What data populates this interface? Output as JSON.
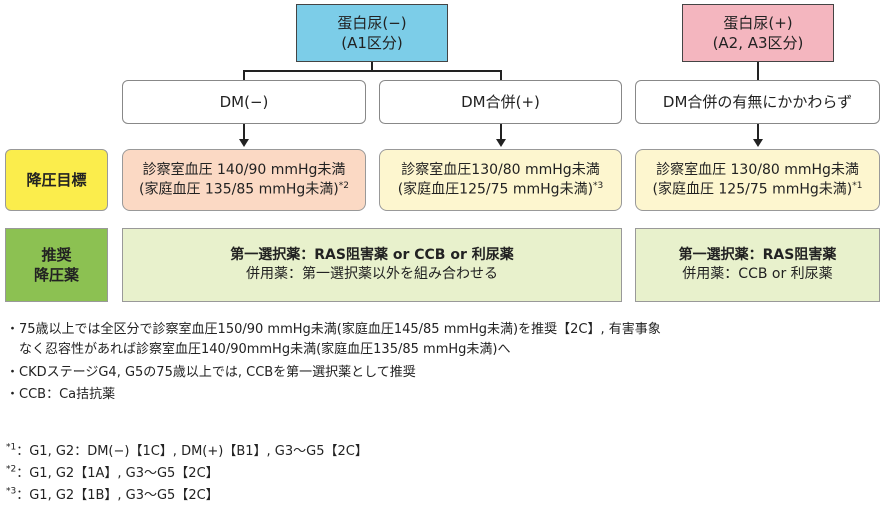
{
  "top": {
    "left": [
      "蛋白尿(−)",
      "(A1区分)"
    ],
    "right": [
      "蛋白尿(+)",
      "(A2, A3区分)"
    ]
  },
  "row2": [
    "DM(−)",
    "DM合併(+)",
    "DM合併の有無にかかわらず"
  ],
  "labels": {
    "target": "降圧目標",
    "drug": [
      "推奨",
      "降圧薬"
    ]
  },
  "targets": [
    {
      "line1": "診察室血圧 140/90 mmHg未満",
      "line2": "(家庭血圧 135/85 mmHg未満)",
      "note": "*2"
    },
    {
      "line1": "診察室血圧130/80 mmHg未満",
      "line2": "(家庭血圧125/75 mmHg未満)",
      "note": "*3"
    },
    {
      "line1": "診察室血圧 130/80 mmHg未満",
      "line2": "(家庭血圧 125/75 mmHg未満)",
      "note": "*1"
    }
  ],
  "drugs": [
    {
      "line1": "第一選択薬：RAS阻害薬 or CCB or 利尿薬",
      "line2": "併用薬：第一選択薬以外を組み合わせる"
    },
    {
      "line1": "第一選択薬：RAS阻害薬",
      "line2": "併用薬：CCB or 利尿薬"
    }
  ],
  "bullets": [
    "・75歳以上では全区分で診察室血圧150/90 mmHg未満(家庭血圧145/85 mmHg未満)を推奨【2C】, 有害事象",
    "　なく忍容性があれば診察室血圧140/90mmHg未満(家庭血圧135/85 mmHg未満)へ",
    "・CKDステージG4, G5の75歳以上では, CCBを第一選択薬として推奨",
    "・CCB：Ca拮抗薬"
  ],
  "footnotes": [
    {
      "mark": "*1",
      "text": "：G1, G2：DM(−)【1C】, DM(+)【B1】, G3〜G5【2C】"
    },
    {
      "mark": "*2",
      "text": "：G1, G2【1A】, G3〜G5【2C】"
    },
    {
      "mark": "*3",
      "text": "：G1, G2【1B】, G3〜G5【2C】"
    }
  ],
  "colors": {
    "blue": "#7ccde8",
    "pink": "#f4b6bf",
    "salmon": "#fbd9c4",
    "cream": "#fdf6cf",
    "yellow": "#fbed4c",
    "green": "#8cc152",
    "lightgreen": "#e8f1cc"
  }
}
